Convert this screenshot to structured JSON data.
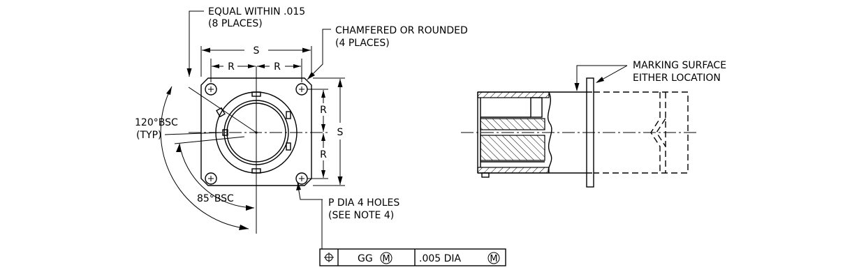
{
  "notes": {
    "equal_line1": "EQUAL WITHIN .015",
    "equal_line2": "(8 PLACES)",
    "chamfer_line1": "CHAMFERED OR ROUNDED",
    "chamfer_line2": "(4 PLACES)",
    "angle120_line1": "120°BSC",
    "angle120_line2": "(TYP)",
    "angle85": "85°BSC",
    "holes_line1": "P DIA 4 HOLES",
    "holes_line2": "(SEE NOTE 4)",
    "marking_line1": "MARKING SURFACE",
    "marking_line2": "EITHER LOCATION"
  },
  "dimensions": {
    "s_top": "S",
    "r_top_left": "R",
    "r_top_right": "R",
    "s_right": "S",
    "r_right_top": "R",
    "r_right_bottom": "R"
  },
  "control_frame": {
    "symbol": "position-symbol",
    "datum": "GG",
    "datum_modifier": "M",
    "tolerance": ".005 DIA",
    "tolerance_modifier": "M"
  }
}
